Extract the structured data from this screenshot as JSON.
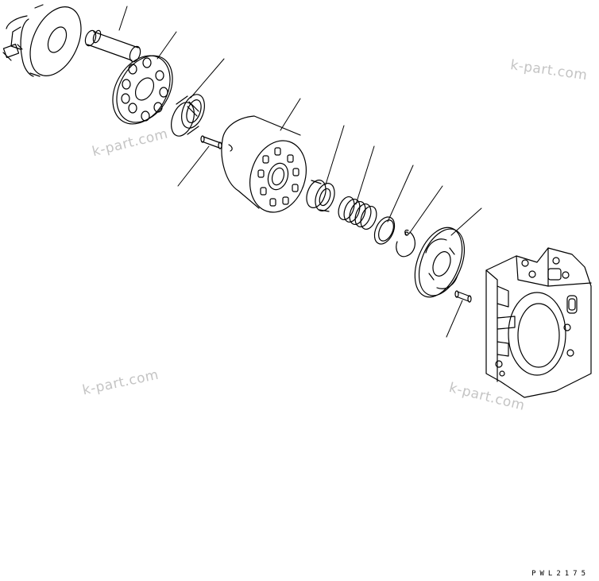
{
  "watermarks": [
    "k-part.com",
    "k-part.com",
    "k-part.com",
    "k-part.com"
  ],
  "drawing_code": "PWL2175"
}
